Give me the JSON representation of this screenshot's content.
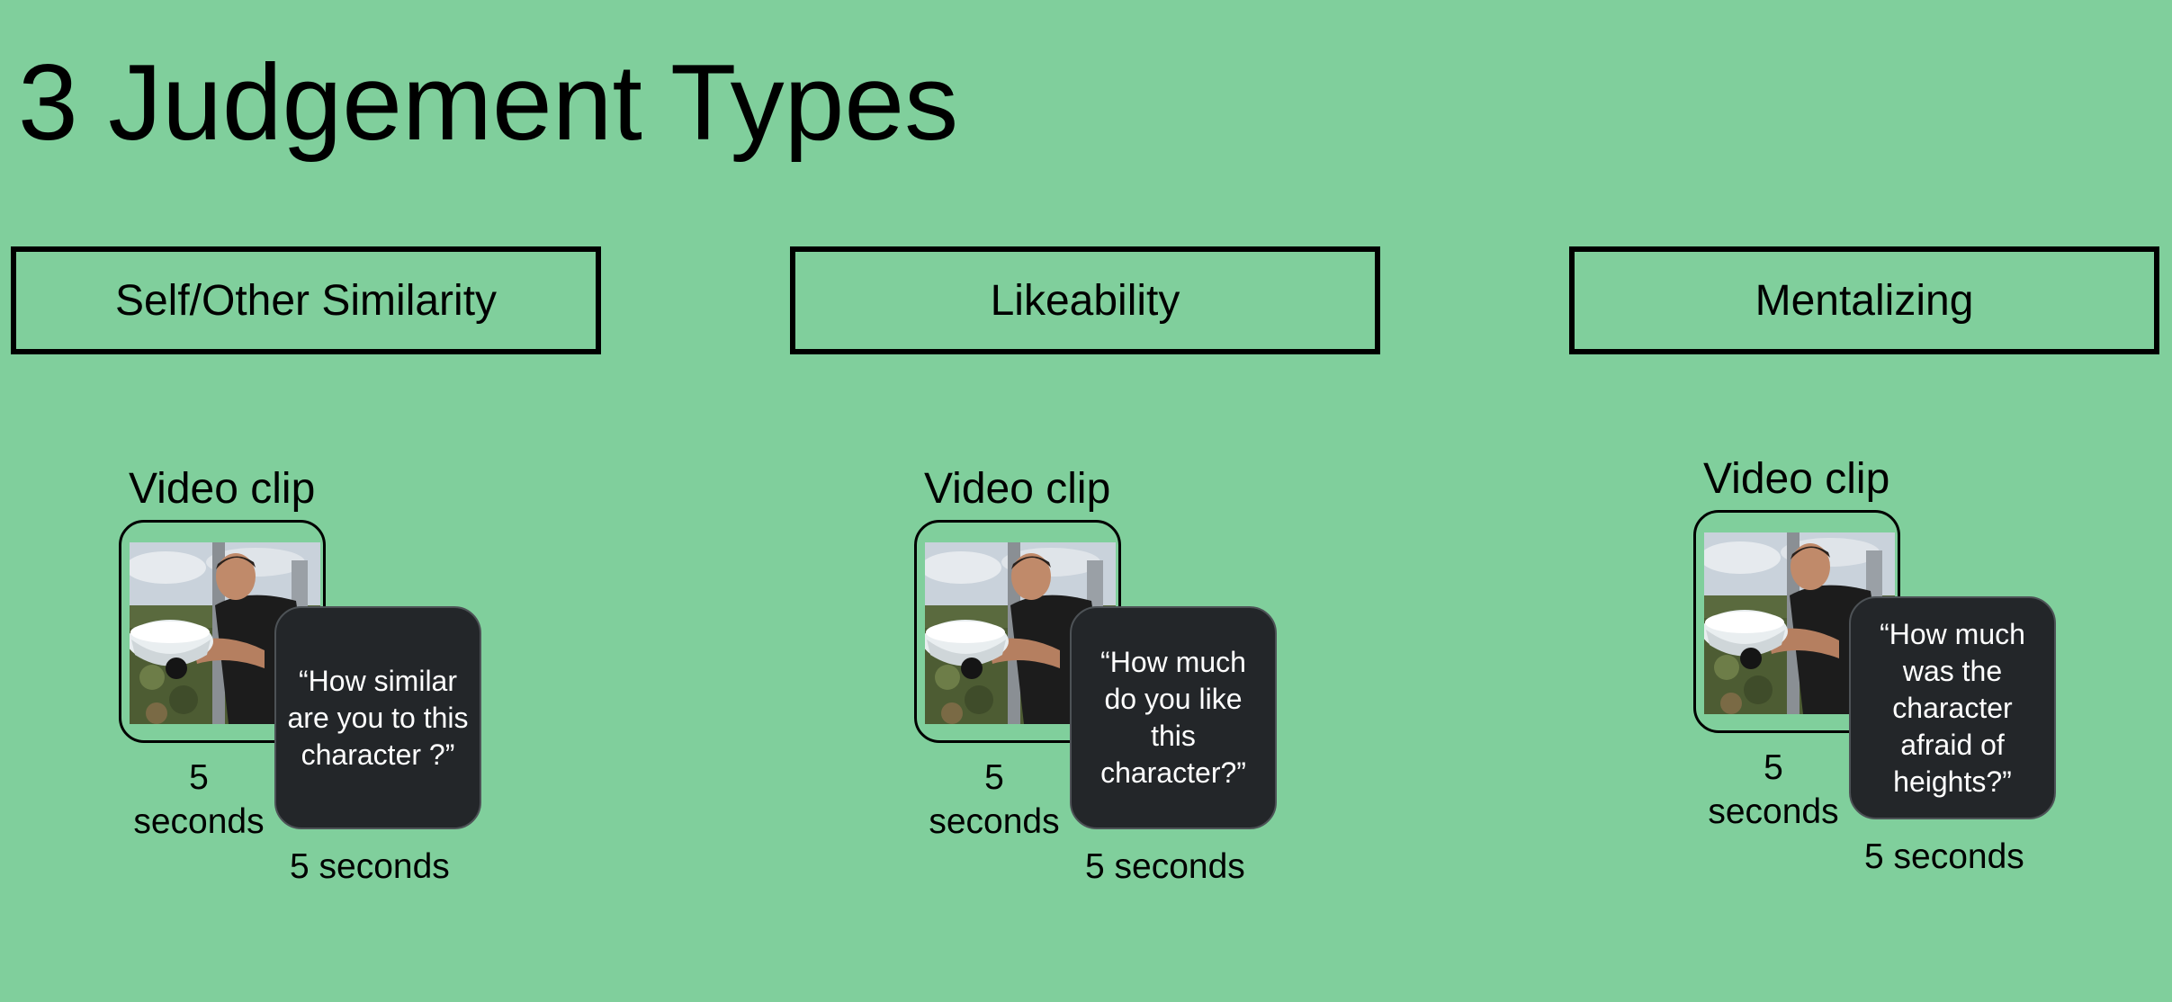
{
  "title": "3 Judgement Types",
  "categories": [
    "Self/Other Similarity",
    "Likeability",
    "Mentalizing"
  ],
  "panels": [
    {
      "clip_label": "Video clip",
      "clip_duration": "5 seconds",
      "question": "“How similar are you to this character ?”",
      "question_duration": "5 seconds"
    },
    {
      "clip_label": "Video clip",
      "clip_duration": "5 seconds",
      "question": "“How much do you like this character?”",
      "question_duration": "5 seconds"
    },
    {
      "clip_label": "Video clip",
      "clip_duration": "5 seconds",
      "question": "“How much was the character afraid of heights?”",
      "question_duration": "5 seconds"
    }
  ],
  "colors": {
    "background": "#80cf9c",
    "question_card": "#232629",
    "border": "#000000"
  },
  "icons": {
    "video_still": "man-holding-bowl-on-tower-image"
  }
}
